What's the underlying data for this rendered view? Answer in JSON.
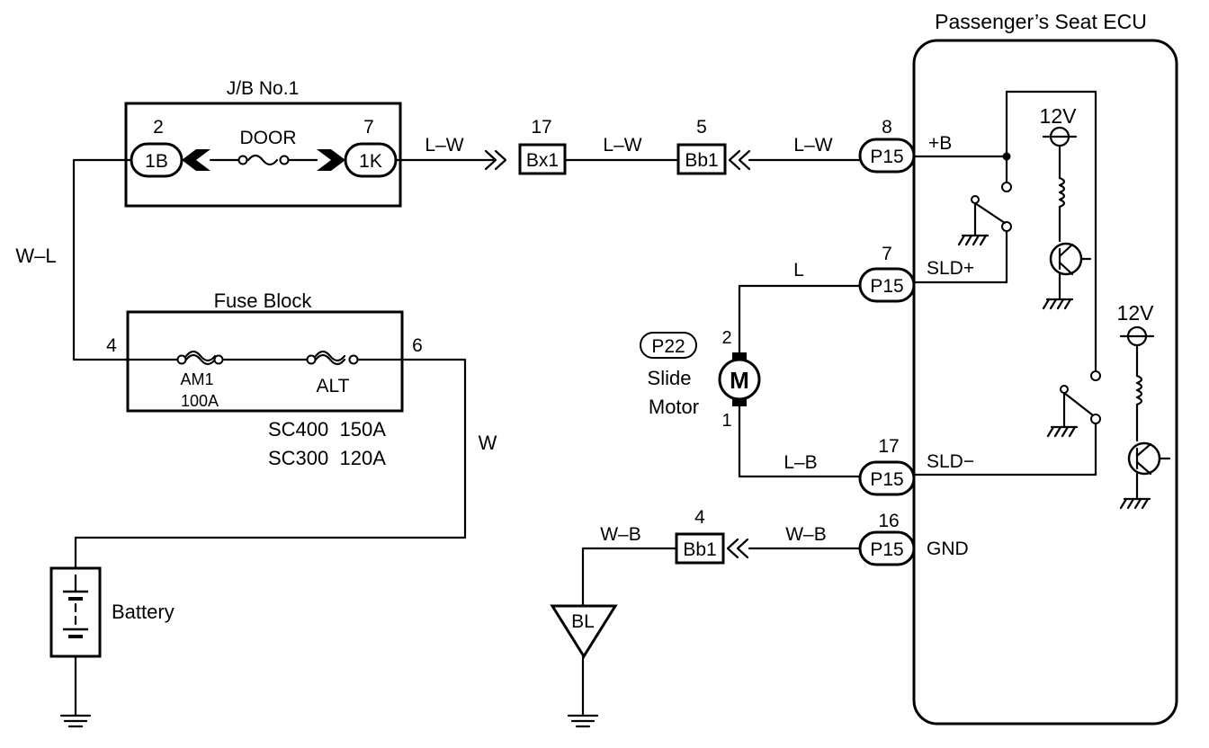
{
  "ecu": {
    "title": "Passenger’s Seat ECU",
    "terminal_b": "+B",
    "terminal_sld_plus": "SLD+",
    "terminal_sld_minus": "SLD−",
    "terminal_gnd": "GND",
    "relay_voltage_1": "12V",
    "relay_voltage_2": "12V"
  },
  "jb": {
    "title": "J/B No.1",
    "fuse_label": "DOOR",
    "left_pin": "2",
    "left_connector": "1B",
    "right_pin": "7",
    "right_connector": "1K"
  },
  "fuse_block": {
    "title": "Fuse Block",
    "left_pin": "4",
    "right_pin": "6",
    "fuse_am1": "AM1",
    "fuse_am1_rating": "100A",
    "fuse_alt": "ALT",
    "variant_1": "SC400  150A",
    "variant_2": "SC300  120A"
  },
  "wires": {
    "w_l": "W–L",
    "l_w_1": "L–W",
    "l_w_2": "L–W",
    "l_w_3": "L–W",
    "w": "W",
    "l": "L",
    "l_b": "L–B",
    "w_b_1": "W–B",
    "w_b_2": "W–B"
  },
  "connectors": {
    "bx1_pin": "17",
    "bx1": "Bx1",
    "bb1_top_pin": "5",
    "bb1_top": "Bb1",
    "bb1_bottom_pin": "4",
    "bb1_bottom": "Bb1",
    "p15_b_pin": "8",
    "p15_b": "P15",
    "p15_sldp_pin": "7",
    "p15_sldp": "P15",
    "p15_sldm_pin": "17",
    "p15_sldm": "P15",
    "p15_gnd_pin": "16",
    "p15_gnd": "P15"
  },
  "motor": {
    "connector": "P22",
    "name_line1": "Slide",
    "name_line2": "Motor",
    "symbol": "M",
    "pin_top": "2",
    "pin_bottom": "1"
  },
  "battery": {
    "label": "Battery"
  },
  "ground_point": {
    "label": "BL"
  }
}
